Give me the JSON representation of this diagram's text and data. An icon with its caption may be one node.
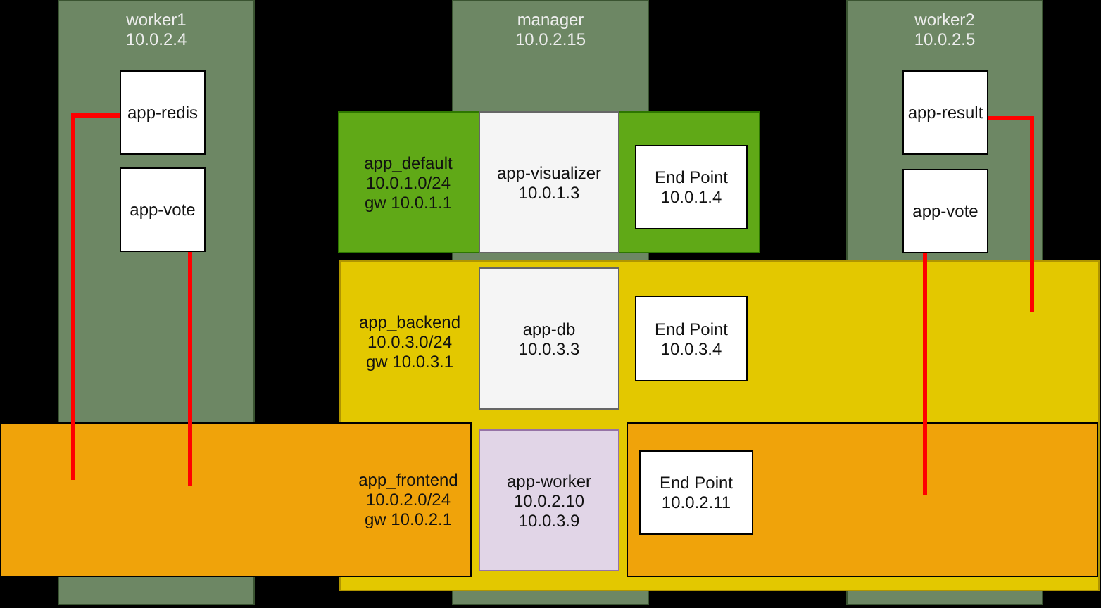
{
  "diagram": {
    "nodes": [
      {
        "text": [
          "worker1",
          "10.0.2.4"
        ]
      },
      {
        "text": [
          "app-redis"
        ],
        "in": 0
      },
      {
        "text": [
          "app-vote"
        ],
        "in": 0
      },
      {
        "text": [
          "manager",
          "10.0.2.15"
        ]
      },
      {
        "text": [
          "worker2",
          "10.0.2.5"
        ]
      },
      {
        "text": [
          "app-result"
        ],
        "in": 4
      },
      {
        "text": [
          "app-vote"
        ],
        "in": 4
      },
      {
        "text": [
          "app_default",
          "10.0.1.0/24",
          "gw 10.0.1.1"
        ]
      },
      {
        "text": [
          "app-visualizer",
          "10.0.1.3"
        ],
        "in": 7
      },
      {
        "text": [
          "End Point",
          "10.0.1.4"
        ],
        "in": 7
      },
      {
        "text": [
          "app_backend",
          "10.0.3.0/24",
          "gw 10.0.3.1"
        ]
      },
      {
        "text": [
          "app-db",
          "10.0.3.3"
        ],
        "in": 10
      },
      {
        "text": [
          "End Point",
          "10.0.3.4"
        ],
        "in": 10
      },
      {
        "text": [
          "app_frontend",
          "10.0.2.0/24",
          "gw 10.0.2.1"
        ]
      },
      {
        "text": [
          "app-worker",
          "10.0.2.10",
          "10.0.3.9"
        ]
      },
      {
        "text": [
          "End Point",
          "10.0.2.11"
        ]
      },
      {
        "text": [],
        "shape": "bar"
      },
      {
        "text": [],
        "shape": "bar"
      },
      {
        "text": [],
        "shape": "bar"
      },
      {
        "text": [],
        "shape": "bar"
      }
    ],
    "edges": [
      {
        "from": 1,
        "to": 13,
        "arrow": "none"
      },
      {
        "from": 2,
        "to": 13,
        "arrow": "none"
      },
      {
        "from": 5,
        "to": 10,
        "arrow": "none"
      },
      {
        "from": 6,
        "to": 13,
        "arrow": "none"
      }
    ]
  }
}
